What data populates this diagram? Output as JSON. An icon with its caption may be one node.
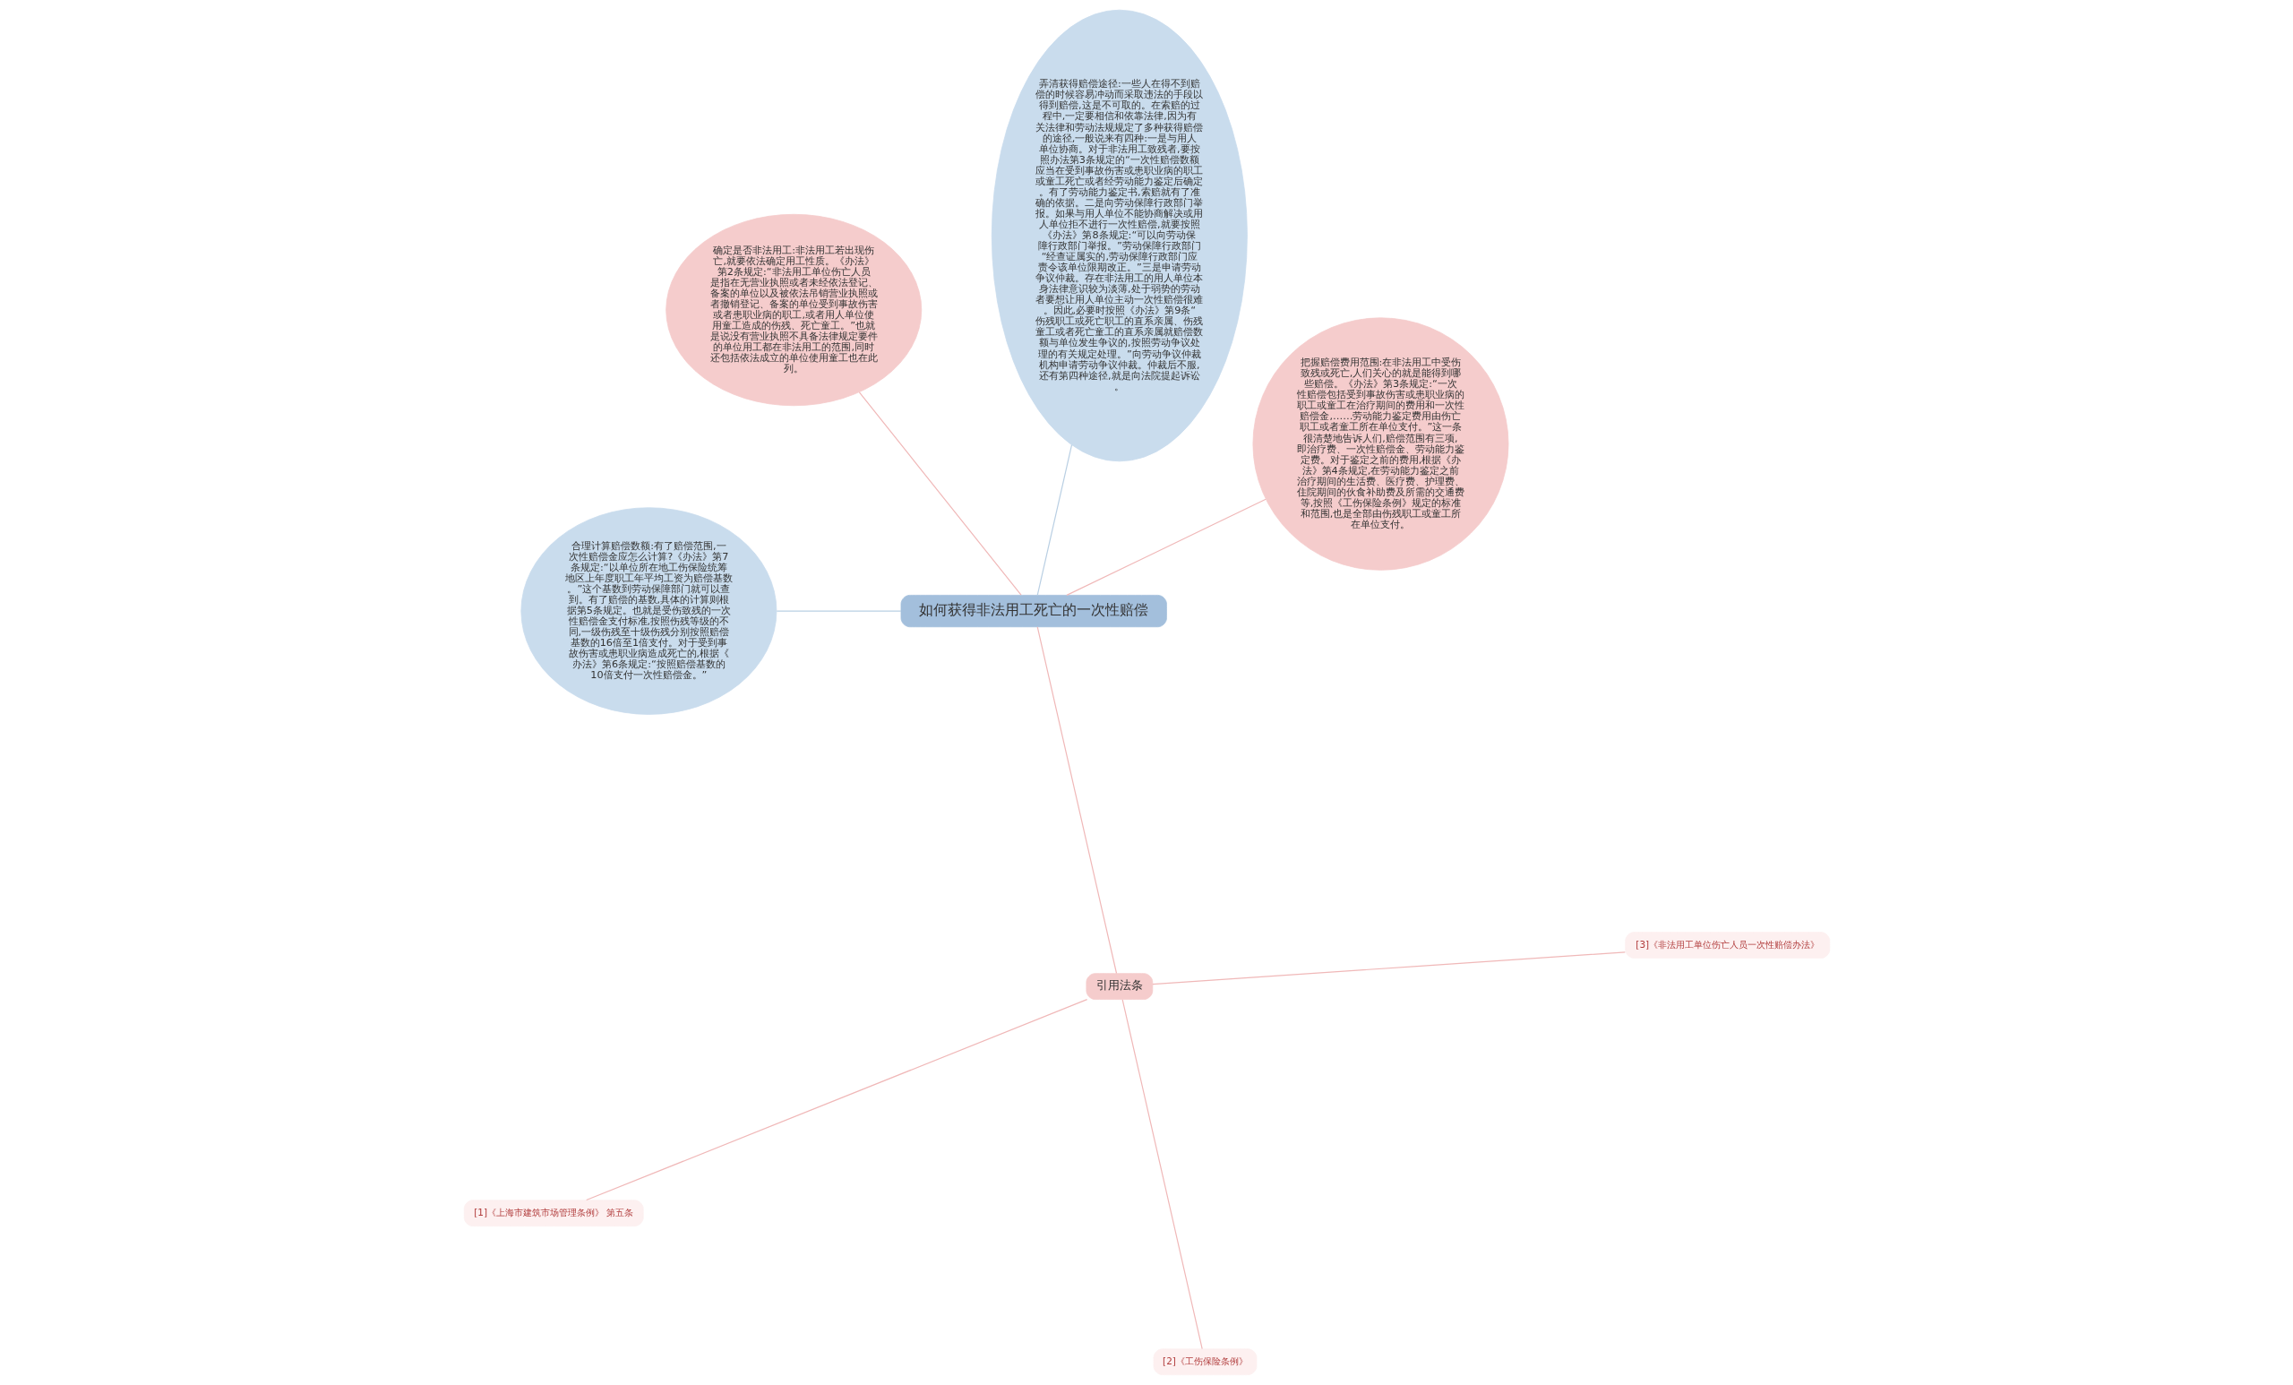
{
  "diagram": {
    "nodes": [
      {
        "text": [
          "如何获得非法用工死亡的一次性赔偿"
        ]
      },
      {
        "text": [
          "把握赔偿费用范围:在非法用工中受伤致残或死亡,人们关心的就是能得到哪些赔偿。《办法》第3条规定:“一次性赔偿包括受到事故伤害或患职业病的职工或童工在治疗期间的费用和一次性赔偿金,……劳动能力鉴定费用由伤亡职工或者童工所在单位支付。”这一条很清楚地告诉人们,赔偿范围有三项,即治疗费、一次性赔偿金、劳动能力鉴定费。对于鉴定之前的费用,根据《办法》第4条规定,在劳动能力鉴定之前治疗期间的生活费、医疗费、护理费、住院期间的伙食补助费及所需的交通费等,按照《工伤保险条例》规定的标准和范围,也是全部由伤残职工或童工所在单位支付。"
        ]
      },
      {
        "text": [
          "弄清获得赔偿途径:一些人在得不到赔偿的时候容易冲动而采取违法的手段以得到赔偿,这是不可取的。在索赔的过程中,一定要相信和依靠法律,因为有关法律和劳动法规规定了多种获得赔偿的途径,一般说来有四种:一是与用人单位协商。对于非法用工致残者,要按照办法第3条规定的“一次性赔偿数额应当在受到事故伤害或患职业病的职工或童工死亡或者经劳动能力鉴定后确定。有了劳动能力鉴定书,索赔就有了准确的依据。二是向劳动保障行政部门举报。如果与用人单位不能协商解决或用人单位拒不进行一次性赔偿,就要按照《办法》第8条规定:“可以向劳动保障行政部门举报。”劳动保障行政部门“经查证属实的,劳动保障行政部门应责令该单位限期改正。”三是申请劳动争议仲裁。存在非法用工的用人单位本身法律意识较为淡薄,处于弱势的劳动者要想让用人单位主动一次性赔偿很难。因此,必要时按照《办法》第9条“伤残职工或死亡职工的直系亲属、伤残童工或者死亡童工的直系亲属就赔偿数额与单位发生争议的,按照劳动争议处理的有关规定处理。”向劳动争议仲裁机构申请劳动争议仲裁。仲裁后不服,还有第四种途径,就是向法院提起诉讼。"
        ]
      },
      {
        "text": [
          "确定是否非法用工:非法用工若出现伤亡,就要依法确定用工性质。《办法》第2条规定:“非法用工单位伤亡人员是指在无营业执照或者未经依法登记、备案的单位以及被依法吊销营业执照或者撤销登记、备案的单位受到事故伤害或者患职业病的职工,或者用人单位使用童工造成的伤残、死亡童工。”也就是说没有营业执照不具备法律规定要件的单位用工都在非法用工的范围,同时还包括依法成立的单位使用童工也在此列。"
        ]
      },
      {
        "text": [
          "合理计算赔偿数额:有了赔偿范围,一次性赔偿金应怎么计算?《办法》第7条规定:“以单位所在地工伤保险统筹地区上年度职工年平均工资为赔偿基数。”这个基数到劳动保障部门就可以查到。有了赔偿的基数,具体的计算则根据第5条规定。也就是受伤致残的一次性赔偿金支付标准,按照伤残等级的不同,一级伤残至十级伤残分别按照赔偿基数的16倍至1倍支付。对于受到事故伤害或患职业病造成死亡的,根据《办法》第6条规定:“按照赔偿基数的10倍支付一次性赔偿金。”"
        ]
      },
      {
        "text": [
          "引用法条"
        ]
      },
      {
        "text": [
          "[1]《上海市建筑市场管理条例》 第五条"
        ]
      },
      {
        "text": [
          "[2]《工伤保险条例》"
        ]
      },
      {
        "text": [
          "[3]《非法用工单位伤亡人员一次性赔偿办法》"
        ]
      }
    ],
    "edges": [
      {
        "from": 0,
        "to": 1,
        "arrow": "none"
      },
      {
        "from": 0,
        "to": 2,
        "arrow": "none",
        "color": "#b9cfe3"
      },
      {
        "from": 0,
        "to": 3,
        "arrow": "none"
      },
      {
        "from": 0,
        "to": 4,
        "arrow": "none",
        "color": "#b9cfe3"
      },
      {
        "from": 0,
        "to": 5,
        "arrow": "none"
      },
      {
        "from": 5,
        "to": 6,
        "arrow": "none"
      },
      {
        "from": 5,
        "to": 7,
        "arrow": "none"
      },
      {
        "from": 5,
        "to": 8,
        "arrow": "none"
      }
    ]
  }
}
